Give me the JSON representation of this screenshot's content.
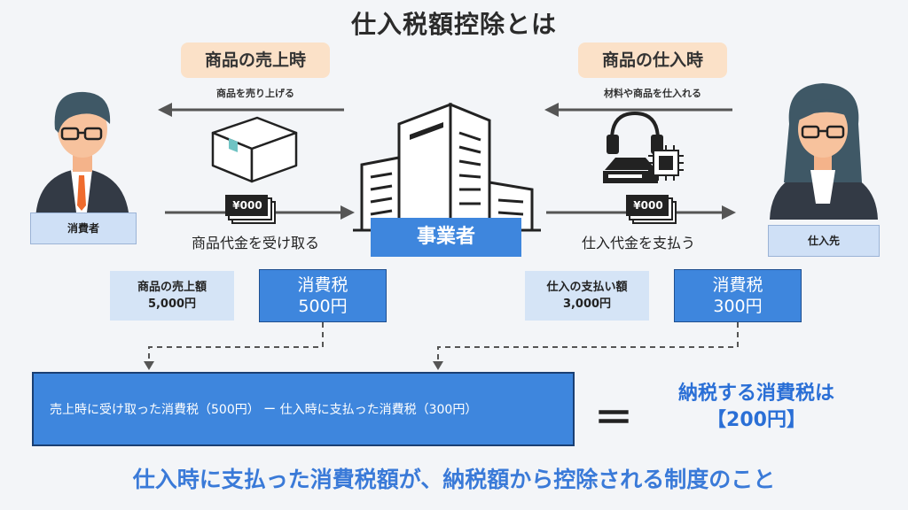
{
  "title": "仕入税額控除とは",
  "sale": {
    "header": "商品の売上時",
    "action": "商品を売り上げる",
    "money_label": "商品代金を受け取る",
    "bill_text": "¥000"
  },
  "purchase": {
    "header": "商品の仕入時",
    "action": "材料や商品を仕入れる",
    "money_label": "仕入代金を支払う",
    "bill_text": "¥000"
  },
  "consumer_label": "消費者",
  "business_label": "事業者",
  "supplier_label": "仕入先",
  "sales_amount": {
    "line1": "商品の売上額",
    "line2": "5,000円"
  },
  "sales_tax": {
    "line1": "消費税",
    "line2": "500円"
  },
  "purchase_amount": {
    "line1": "仕入の支払い額",
    "line2": "3,000円"
  },
  "purchase_tax": {
    "line1": "消費税",
    "line2": "300円"
  },
  "formula": "売上時に受け取った消費税（500円） ー 仕入時に支払った消費税（300円）",
  "equals": "＝",
  "result": {
    "line1": "納税する消費税は",
    "line2": "【200円】"
  },
  "conclusion": "仕入時に支払った消費税額が、納税額から控除される制度のこと",
  "colors": {
    "accent_blue": "#3e86dd",
    "light_blue": "#d5e4f6",
    "tag_orange": "#fbe1c8",
    "text_blue": "#3a7ad8"
  }
}
